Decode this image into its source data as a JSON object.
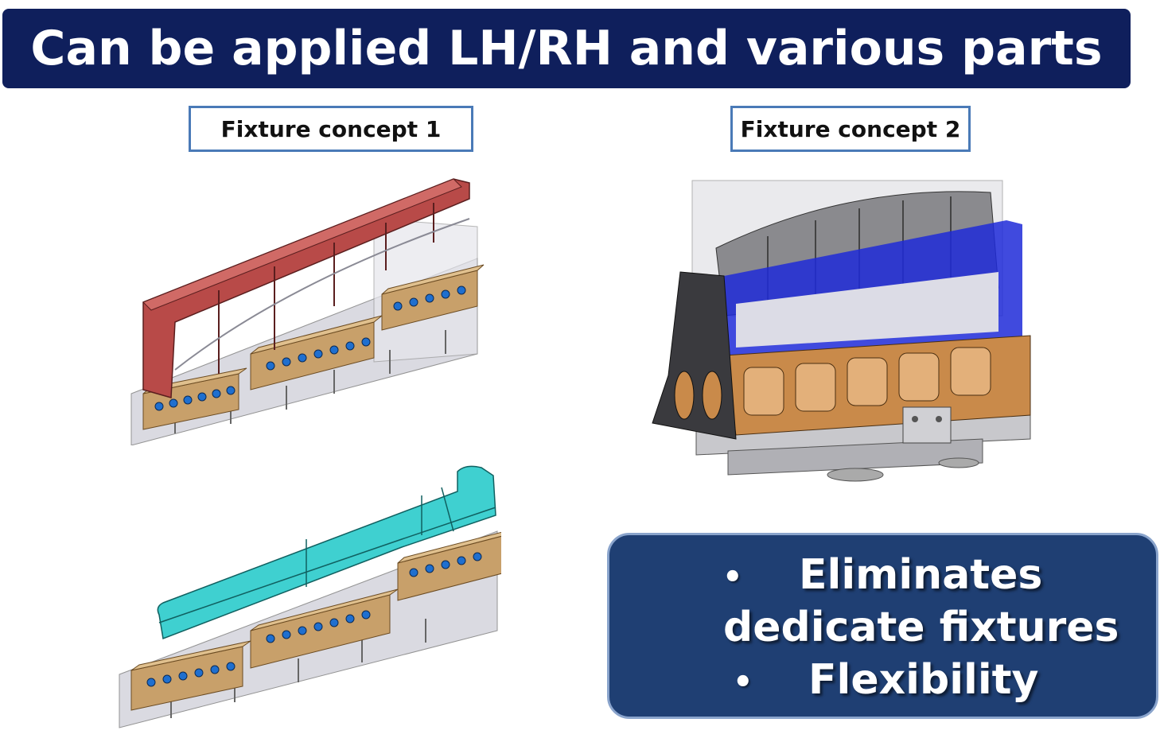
{
  "slide": {
    "title": "Can be applied LH/RH and various parts",
    "concept_1_label": "Fixture concept 1",
    "concept_2_label": "Fixture concept 2",
    "benefits": {
      "bullet_symbol": "•",
      "item_1_line_1": "Eliminates",
      "item_1_line_2": "dedicate fixtures",
      "item_2": "Flexibility"
    }
  },
  "colors": {
    "title_bg": "#0f1f5c",
    "label_border": "#4a7ab7",
    "benefits_bg": "#1f3f73",
    "red_part": "#b84a48",
    "teal_part": "#3fd0d0",
    "wood_block": "#c8a06a",
    "blue_support": "#1e2ad8",
    "orange_fixture": "#c98a4a"
  }
}
